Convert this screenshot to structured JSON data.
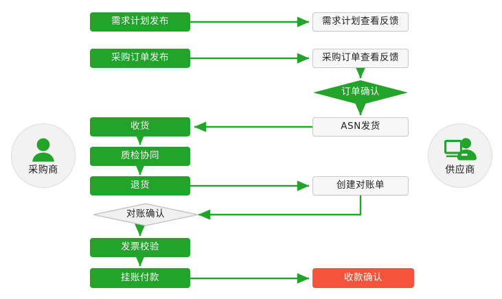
{
  "diagram": {
    "type": "flowchart",
    "title": "",
    "colors": {
      "green": "#22a32a",
      "red": "#f4543c",
      "plain_fill": "#f7f7f7",
      "plain_border": "#c9c9c9",
      "diamond_grey_fill": "#f0f0f0",
      "diamond_grey_border": "#bdbdbd",
      "connector": "#22a32a",
      "role_circle_fill": "#f2f2f2"
    },
    "roles": [
      {
        "id": "buyer",
        "label": "采购商",
        "icon": "user-avatar-icon",
        "side": "left"
      },
      {
        "id": "supplier",
        "label": "供应商",
        "icon": "user-at-computer-icon",
        "side": "right"
      }
    ],
    "nodes": [
      {
        "id": "n1",
        "label": "需求计划发布",
        "shape": "box",
        "style": "green",
        "lane": "buyer"
      },
      {
        "id": "n2",
        "label": "需求计划查看反馈",
        "shape": "box",
        "style": "plain",
        "lane": "supplier"
      },
      {
        "id": "n3",
        "label": "采购订单发布",
        "shape": "box",
        "style": "green",
        "lane": "buyer"
      },
      {
        "id": "n4",
        "label": "采购订单查看反馈",
        "shape": "box",
        "style": "plain",
        "lane": "supplier"
      },
      {
        "id": "n5",
        "label": "订单确认",
        "shape": "diamond",
        "style": "green",
        "lane": "supplier"
      },
      {
        "id": "n6",
        "label": "ASN发货",
        "shape": "box",
        "style": "plain",
        "lane": "supplier"
      },
      {
        "id": "n7",
        "label": "收货",
        "shape": "box",
        "style": "green",
        "lane": "buyer"
      },
      {
        "id": "n8",
        "label": "质检协同",
        "shape": "box",
        "style": "green",
        "lane": "buyer"
      },
      {
        "id": "n9",
        "label": "退货",
        "shape": "box",
        "style": "green",
        "lane": "buyer"
      },
      {
        "id": "n10",
        "label": "创建对账单",
        "shape": "box",
        "style": "plain",
        "lane": "supplier"
      },
      {
        "id": "n11",
        "label": "对账确认",
        "shape": "diamond",
        "style": "grey",
        "lane": "buyer"
      },
      {
        "id": "n12",
        "label": "发票校验",
        "shape": "box",
        "style": "green",
        "lane": "buyer"
      },
      {
        "id": "n13",
        "label": "挂账付款",
        "shape": "box",
        "style": "green",
        "lane": "buyer"
      },
      {
        "id": "n14",
        "label": "收款确认",
        "shape": "box",
        "style": "red",
        "lane": "supplier"
      }
    ],
    "edges": [
      {
        "from": "n1",
        "to": "n2",
        "direction": "right"
      },
      {
        "from": "n3",
        "to": "n4",
        "direction": "right"
      },
      {
        "from": "n4",
        "to": "n5",
        "direction": "down"
      },
      {
        "from": "n5",
        "to": "n6",
        "direction": "down"
      },
      {
        "from": "n6",
        "to": "n7",
        "direction": "left"
      },
      {
        "from": "n7",
        "to": "n8",
        "direction": "down"
      },
      {
        "from": "n8",
        "to": "n9",
        "direction": "down"
      },
      {
        "from": "n9",
        "to": "n10",
        "direction": "right"
      },
      {
        "from": "n10",
        "to": "n11",
        "direction": "down-left"
      },
      {
        "from": "n11",
        "to": "n12",
        "direction": "down"
      },
      {
        "from": "n12",
        "to": "n13",
        "direction": "down"
      },
      {
        "from": "n13",
        "to": "n14",
        "direction": "right"
      }
    ]
  }
}
